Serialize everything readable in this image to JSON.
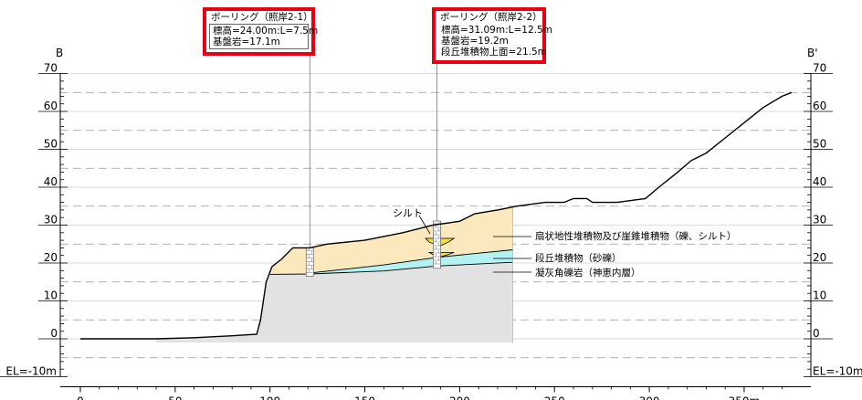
{
  "section_label_left": "B",
  "section_label_right": "B'",
  "elevation_ticks": [
    "70",
    "60",
    "50",
    "40",
    "30",
    "20",
    "10",
    "0",
    "EL=-10m"
  ],
  "distance_ticks": [
    "0",
    "50",
    "100",
    "150",
    "200",
    "250",
    "300",
    "350m"
  ],
  "boreholes": [
    {
      "title": "ボーリング（照岸2-1）",
      "lines": [
        "標高=24.00m:L=7.5m",
        "基盤岩=17.1m"
      ]
    },
    {
      "title": "ボーリング（照岸2-2）",
      "lines": [
        "標高=31.09m:L=12.5m",
        "基盤岩=19.2m",
        "段丘堆積物上面=21.5m"
      ]
    }
  ],
  "layers": {
    "silt_label": "シルト",
    "fan": "扇状地性堆積物及び崖錐堆積物（礫、シルト）",
    "terrace": "段丘堆積物（砂礫）",
    "bedrock": "凝灰角礫岩（神恵内層）"
  },
  "colors": {
    "callout_border": "#e60012",
    "fan_fill": "#fbe8bd",
    "terrace_fill": "#b4f1f3",
    "bedrock_fill": "#e2e2e2",
    "silt_fill": "#f2de3c",
    "terrain_line": "#000000",
    "dash_line": "#999999"
  },
  "chart_data": {
    "type": "geologic_cross_section",
    "x_unit": "m",
    "y_unit": "EL m",
    "xlim": [
      0,
      375
    ],
    "ylim": [
      -10,
      70
    ],
    "ground_profile": [
      [
        0,
        0
      ],
      [
        40,
        0
      ],
      [
        60,
        0.3
      ],
      [
        80,
        0.8
      ],
      [
        93,
        1.2
      ],
      [
        95,
        5
      ],
      [
        98,
        15
      ],
      [
        101,
        19
      ],
      [
        106,
        21
      ],
      [
        112,
        24
      ],
      [
        121,
        24
      ],
      [
        130,
        25
      ],
      [
        150,
        26
      ],
      [
        170,
        28
      ],
      [
        186,
        30
      ],
      [
        200,
        31
      ],
      [
        208,
        33
      ],
      [
        220,
        34
      ],
      [
        230,
        35
      ],
      [
        245,
        36
      ],
      [
        255,
        36
      ],
      [
        260,
        37
      ],
      [
        267,
        37
      ],
      [
        270,
        36
      ],
      [
        283,
        36
      ],
      [
        298,
        37
      ],
      [
        305,
        40
      ],
      [
        315,
        44
      ],
      [
        322,
        47
      ],
      [
        330,
        49
      ],
      [
        340,
        53
      ],
      [
        350,
        57
      ],
      [
        360,
        61
      ],
      [
        370,
        64
      ],
      [
        375,
        65
      ]
    ],
    "bedrock_top": [
      [
        100,
        17
      ],
      [
        121,
        17.1
      ],
      [
        160,
        17.9
      ],
      [
        188,
        19.2
      ],
      [
        228,
        20.2
      ]
    ],
    "terrace_top": [
      [
        120,
        17.3
      ],
      [
        160,
        19.5
      ],
      [
        188,
        21.5
      ],
      [
        228,
        23.5
      ]
    ],
    "silt_lenses": [
      {
        "x": [
          182,
          197
        ],
        "y_top": 26.5,
        "y_bottom": 24.5
      },
      {
        "x": [
          184,
          197
        ],
        "y_top": 22.8,
        "y_bottom": 21.7
      }
    ],
    "boreholes": [
      {
        "x": 121,
        "top": 24.0,
        "bottom": 16.5
      },
      {
        "x": 188,
        "top": 31.09,
        "bottom": 18.6
      }
    ],
    "section_end_x": 228,
    "bedrock_fill_left_x": 40
  }
}
